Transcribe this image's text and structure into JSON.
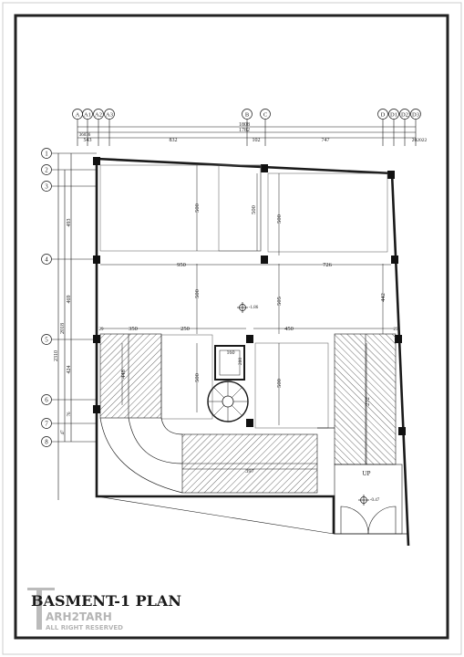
{
  "plan": {
    "title": "BASMENT-1 PLAN",
    "watermark_brand": "ARH2TARH",
    "watermark_rights": "ALL RIGHT RESERVED",
    "up_label": "UP",
    "level_main": "-1.86",
    "level_ramp": "-0.47"
  },
  "axes": {
    "top": [
      "A",
      "A1",
      "A2",
      "A3",
      "B",
      "C",
      "D",
      "D1",
      "D2",
      "D3"
    ],
    "left": [
      "1",
      "2",
      "3",
      "4",
      "5",
      "6",
      "7",
      "8"
    ]
  },
  "dims": {
    "top_total": "1808",
    "top_total2": "1782",
    "top_seg": [
      "543",
      "832",
      "102",
      "747",
      "202022"
    ],
    "top_small": "36036",
    "left_total": "2310",
    "left_total2": "2018",
    "left_seg": [
      "493",
      "469",
      "424",
      "76"
    ],
    "left_small": "47",
    "d950": "950",
    "d726": "726",
    "d350": "350",
    "d250": "250",
    "d450": "450",
    "d29a": "29",
    "d29b": "29",
    "d500a": "500",
    "d500b": "500",
    "d500c": "500",
    "d500d": "500",
    "d500e": "500",
    "d500f": "500",
    "d505": "505",
    "d442": "442",
    "d448": "448",
    "d272": "272",
    "d160": "160",
    "d200": "200",
    "d397": "397"
  },
  "colors": {
    "line": "#1a1a1a",
    "hatch": "#444444",
    "border": "#222222"
  }
}
